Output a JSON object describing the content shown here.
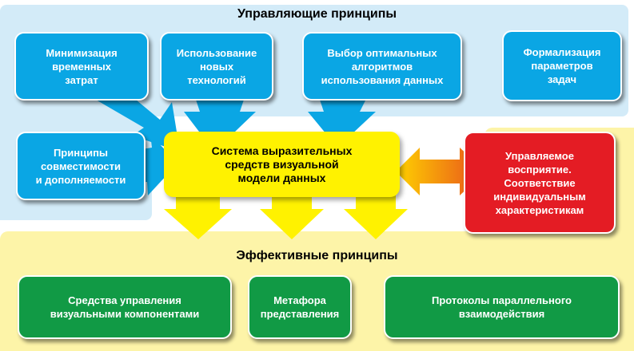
{
  "top_heading": "Управляющие принципы",
  "bottom_heading": "Эффективные принципы",
  "control_principles": [
    "Минимизация\nвременных\nзатрат",
    "Использование\nновых\nтехнологий",
    "Выбор оптимальных\nалгоритмов\nиспользования данных",
    "Формализация\nпараметров\nзадач",
    "Принципы\nсовместимости\nи дополняемости"
  ],
  "center": "Система выразительных\nсредств визуальной\nмодели данных",
  "perception": "Управляемое\nвосприятие.\nСоответствие\nиндивидуальным\nхарактеристикам",
  "effective_principles": [
    "Средства управления\nвизуальными компонентами",
    "Метафора\nпредставления",
    "Протоколы параллельного\nвзаимодействия"
  ],
  "colors": {
    "blue": "#0aa6e4",
    "yellow": "#fff200",
    "red": "#e41c24",
    "green": "#119a45",
    "panel_blue": "#d3ebf8",
    "panel_yellow": "#fdf4a8"
  }
}
